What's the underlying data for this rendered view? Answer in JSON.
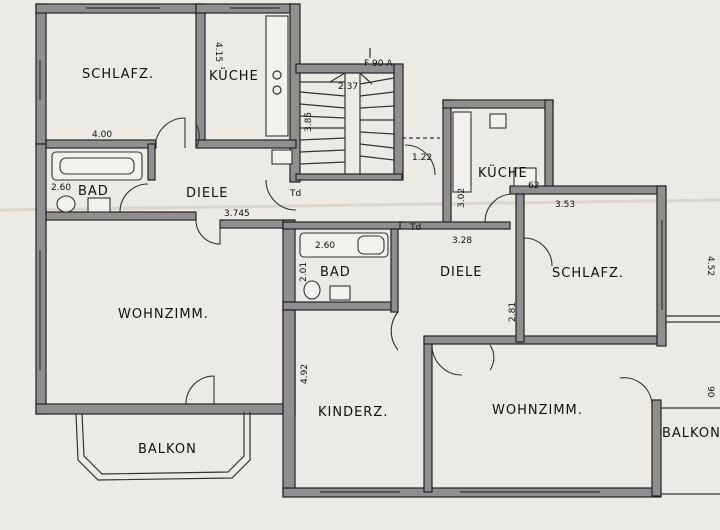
{
  "rooms": {
    "schlafz_left": "SCHLAFZ.",
    "kueche_left": "KÜCHE",
    "diele_left": "DIELE",
    "bad_left": "BAD",
    "wohnzimm_left": "WOHNZIMM.",
    "balkon_left": "BALKON",
    "kueche_right": "KÜCHE",
    "bad_middle": "BAD",
    "diele_right": "DIELE",
    "schlafz_right": "SCHLAFZ.",
    "kinderz": "KINDERZ.",
    "wohnzimm_right": "WOHNZIMM.",
    "balkon_right": "BALKON"
  },
  "dimensions": {
    "d_415": "4.15",
    "d_f90a": "F 90 A",
    "d_237": "2.37",
    "d_400": "4.00",
    "d_385": "3.85",
    "d_122": "1.22",
    "d_302": "3.02",
    "d_62": "62",
    "d_260_left": "2.60",
    "d_3745": "3.745",
    "d_td_left": "Td",
    "d_353": "3.53",
    "d_td_right": "Td",
    "d_328": "3.28",
    "d_260_middle": "2.60",
    "d_201": "2.01",
    "d_281": "2.81",
    "d_492": "4.92",
    "d_452": "4.52",
    "d_90": "90"
  }
}
